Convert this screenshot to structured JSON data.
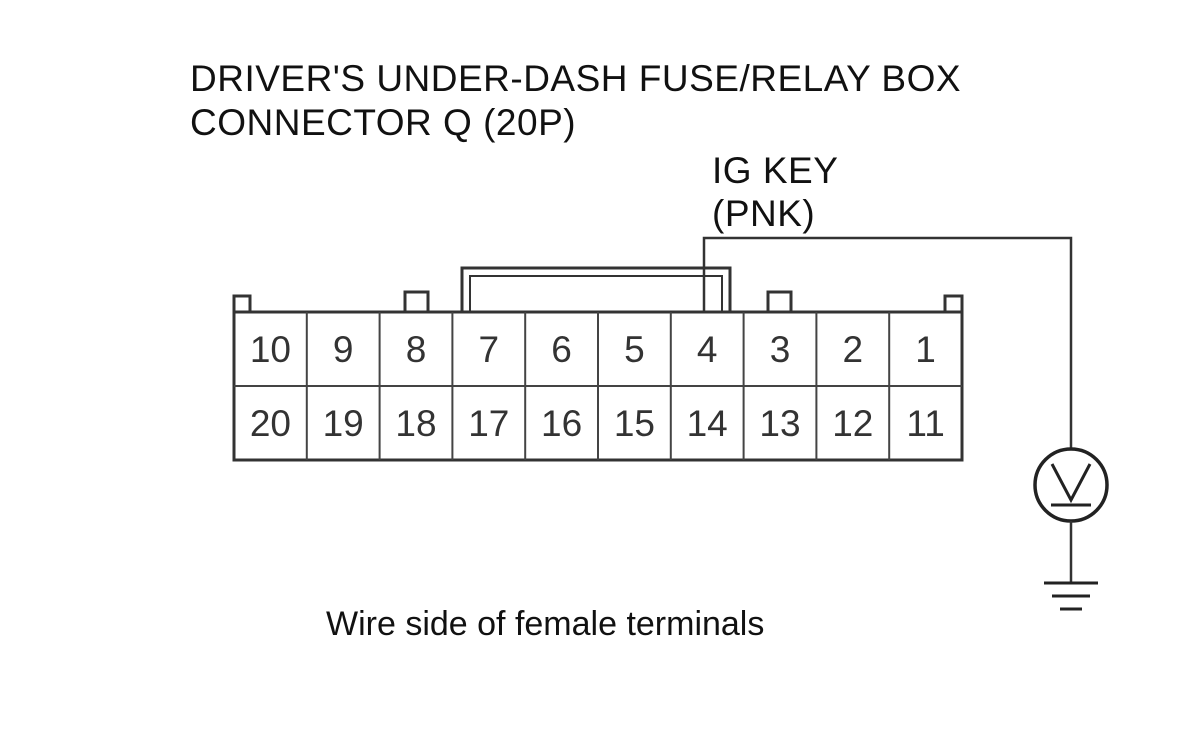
{
  "title": {
    "line1": "DRIVER'S UNDER-DASH FUSE/RELAY BOX",
    "line2": "CONNECTOR Q (20P)"
  },
  "wire": {
    "line1": "IG KEY",
    "line2": "(PNK)"
  },
  "connector": {
    "top_row": [
      "10",
      "9",
      "8",
      "7",
      "6",
      "5",
      "4",
      "3",
      "2",
      "1"
    ],
    "bottom_row": [
      "20",
      "19",
      "18",
      "17",
      "16",
      "15",
      "14",
      "13",
      "12",
      "11"
    ]
  },
  "caption": "Wire side of female terminals",
  "icons": {
    "meter": "voltmeter-icon",
    "ground": "ground-icon"
  },
  "colors": {
    "line": "#333333",
    "text": "#111111"
  }
}
